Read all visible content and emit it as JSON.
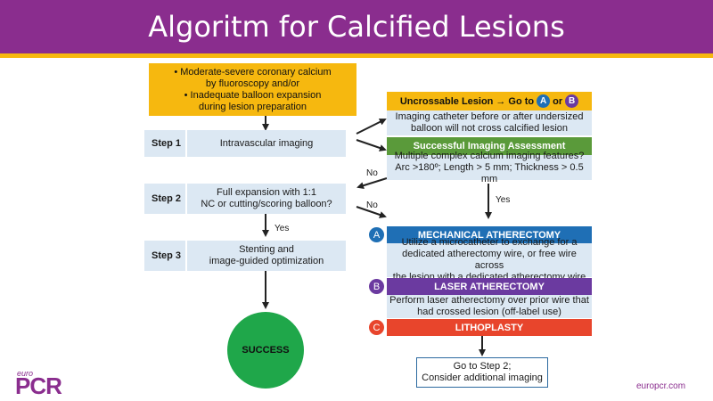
{
  "header": {
    "title": "Algoritm for Calcified Lesions"
  },
  "indications": {
    "line1": "• Moderate-severe coronary calcium",
    "line2": "by fluoroscopy and/or",
    "line3": "• Inadequate balloon expansion",
    "line4": "during lesion preparation"
  },
  "steps": [
    {
      "label": "Step 1",
      "text1": "Intravascular imaging",
      "text2": ""
    },
    {
      "label": "Step 2",
      "text1": "Full expansion with 1:1",
      "text2": "NC or cutting/scoring balloon?"
    },
    {
      "label": "Step 3",
      "text1": "Stenting and",
      "text2": "image-guided optimization"
    }
  ],
  "success": "SUCCESS",
  "uncrossable": {
    "title": "Uncrossable Lesion",
    "arrow": "→",
    "goto": "Go to",
    "or": "or",
    "desc1": "Imaging catheter before or after undersized",
    "desc2": "balloon will not cross calcified lesion"
  },
  "assessment": {
    "title": "Successful Imaging Assessment",
    "desc1": "Multiple complex calcium imaging features?",
    "desc2": "Arc >180º; Length > 5 mm; Thickness > 0.5 mm"
  },
  "labels": {
    "no1": "No",
    "no2": "No",
    "yes1": "Yes",
    "yes2": "Yes"
  },
  "options": {
    "a": {
      "badge": "A",
      "title": "MECHANICAL ATHERECTOMY",
      "desc1": "Utilize a microcatheter to exchange for a",
      "desc2": "dedicated atherectomy wire, or free wire across",
      "desc3": "the lesion with a dedicated atherectomy wire"
    },
    "b": {
      "badge": "B",
      "title": "LASER ATHERECTOMY",
      "desc1": "Perform laser atherectomy over prior wire that",
      "desc2": "had crossed lesion (off-label use)"
    },
    "c": {
      "badge": "C",
      "title": "LITHOPLASTY"
    }
  },
  "final": {
    "line1": "Go to Step 2;",
    "line2": "Consider additional imaging"
  },
  "footer": {
    "logo_top": "euro",
    "logo_main": "PCR",
    "url": "europcr.com"
  },
  "colors": {
    "purple": "#8a2d8e",
    "yellow": "#f6b80f",
    "green": "#5a9a3a",
    "blue": "#1f6fb5",
    "violet": "#6b3aa0",
    "red": "#e8452c",
    "success_green": "#1fa74a"
  }
}
